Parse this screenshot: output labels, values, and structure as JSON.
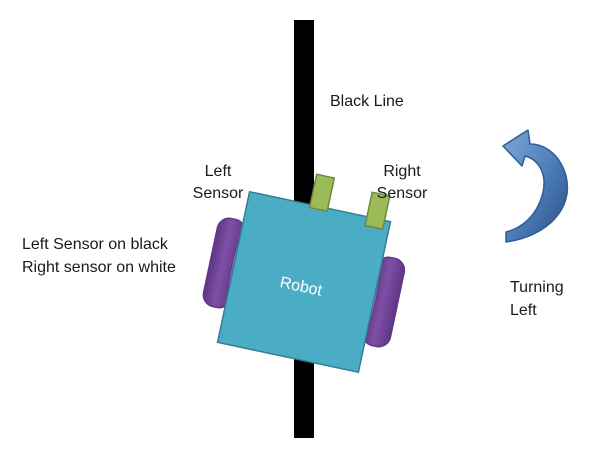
{
  "labels": {
    "black_line": "Black Line",
    "left_sensor": [
      "Left",
      "Sensor"
    ],
    "right_sensor": [
      "Right",
      "Sensor"
    ],
    "status": [
      "Left Sensor on black",
      "Right sensor on white"
    ],
    "turning": [
      "Turning",
      "Left"
    ],
    "robot": "Robot"
  },
  "colors": {
    "line": "#000000",
    "robot_body": "#4bacc6",
    "robot_border": "#357d91",
    "sensor": "#9bbb59",
    "sensor_border": "#71893f",
    "wheel": "#7f4fa8",
    "wheel_dark": "#5f3784",
    "arrow": "#4f81bd",
    "arrow_dark": "#2a4e7f"
  },
  "icons": {
    "turn_arrow": "curved-arrow-left-icon"
  }
}
